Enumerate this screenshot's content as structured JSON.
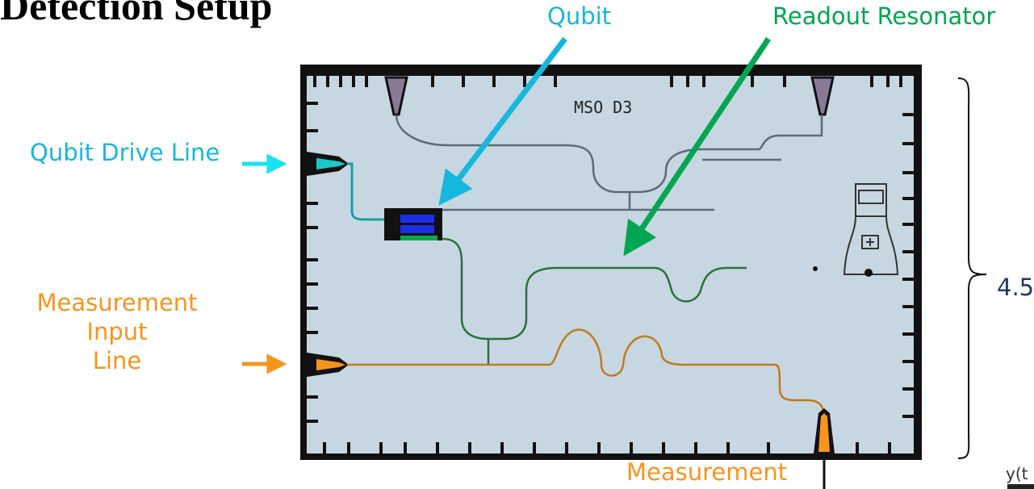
{
  "title": "Detection Setup",
  "labels": {
    "qubit": "Qubit",
    "readout_resonator": "Readout Resonator",
    "qubit_drive_line": "Qubit Drive Line",
    "measurement_input_line": [
      "Measurement",
      "Input",
      "Line"
    ],
    "measurement_output": "Measurement",
    "chip_size": "4.5",
    "chip_marking": "MSO D3",
    "signal_label": "y(t"
  },
  "colors": {
    "qubit": "#16b7dd",
    "readout": "#00a651",
    "measurement": "#f7941d",
    "chip_bg": "#c7d7e2",
    "chip_border": "#111111",
    "dimension": "#1f3864"
  }
}
